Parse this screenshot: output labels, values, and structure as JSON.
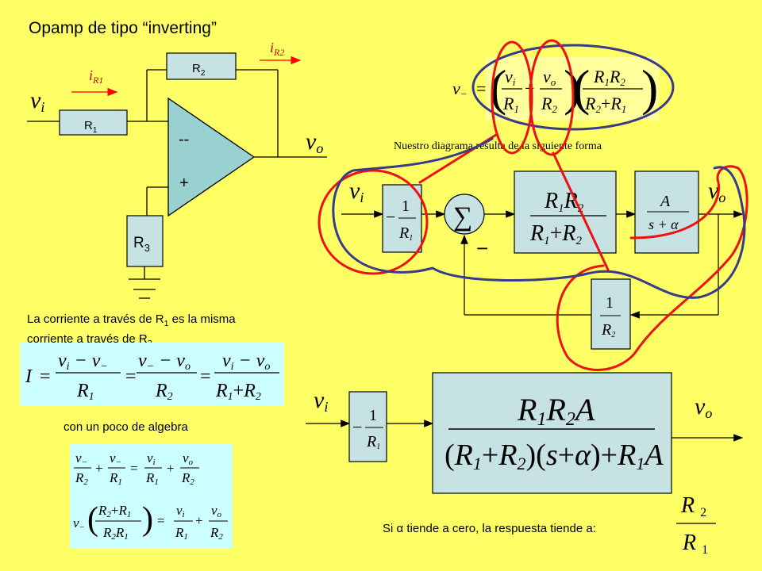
{
  "title": "Opamp de tipo “inverting”",
  "circuit": {
    "r1_label": "R",
    "r1_sub": "1",
    "r2_label": "R",
    "r2_sub": "2",
    "r3_label": "R",
    "r3_sub": "3",
    "minus_sign": "--",
    "plus_sign": "+",
    "vi": "v",
    "vi_sub": "i",
    "vo": "v",
    "vo_sub": "o",
    "ir1": "i",
    "ir1_sub": "R1",
    "ir2": "i",
    "ir2_sub": "R2"
  },
  "notes": {
    "current_line1": "La corriente a través de R",
    "current_line1_sub": "1",
    "current_line1_end": " es la misma",
    "current_line2": "corriente a través de R",
    "current_line2_sub": "2",
    "algebra": "con un poco de algebra",
    "final": "Si α tiende a cero, la respuesta tiende a:"
  },
  "diagram_caption": "Nuestro diagrama resulta de la siguiente forma",
  "block_diagram": {
    "sum_symbol": "∑",
    "feedback_sign": "−",
    "gain_A": "A",
    "gain_den": "s + α"
  },
  "colors": {
    "background": "#ffff66",
    "block_fill": "#c6e2e2",
    "opamp_fill": "#99d0d0",
    "equation_fill": "#ccffff",
    "current_arrow": "#ff0000",
    "red_annotation": "#ee1111",
    "blue_annotation": "#3a3a8a"
  }
}
